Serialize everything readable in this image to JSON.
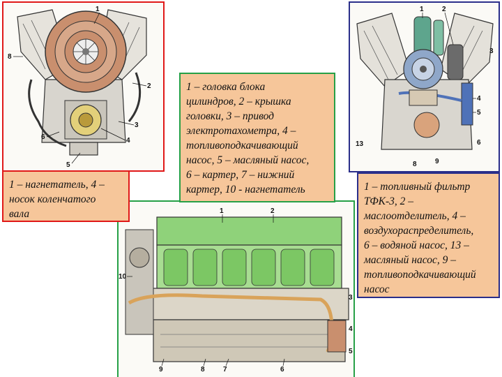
{
  "front_view": {
    "caption_lines": [
      "1 – нагнетатель, 4 –",
      "носок коленчатого",
      "вала"
    ],
    "callouts": [
      "1",
      "8",
      "2",
      "3",
      "4",
      "6",
      "5"
    ]
  },
  "middle": {
    "caption_lines": [
      "1 – головка блока",
      "цилиндров, 2 – крышка",
      "головки, 3 – привод",
      "электротахометра, 4 –",
      "топливоподкачивающий",
      "насос, 5 – масляный насос,",
      "6 – картер, 7 – нижний",
      "картер, 10 - нагнетатель"
    ]
  },
  "rear_view": {
    "caption_lines": [
      "1 – топливный фильтр",
      "ТФК-3, 2 –",
      "маслоотделитель, 4 –",
      "воздухораспределитель,",
      "6 – водяной насос, 13 –",
      "масляный насос, 9 –",
      "топливоподкачивающий",
      "насос"
    ],
    "callouts": [
      "1",
      "2",
      "3",
      "4",
      "5",
      "6",
      "8",
      "9",
      "13"
    ]
  },
  "side_view": {
    "callouts": [
      "1",
      "2",
      "10",
      "3",
      "4",
      "5",
      "9",
      "8",
      "7",
      "6"
    ]
  },
  "colors": {
    "red_frame": "#e01818",
    "green_frame": "#26a047",
    "blue_frame": "#2a2e8a",
    "caption_bg": "#f6c69a",
    "engine_green": "#8fd27a",
    "turbo_brown": "#c98f6e",
    "pipe_orange": "#d9a35a",
    "fuel_filter_teal": "#5ea58d",
    "oil_pump_blue": "#4f72b8"
  }
}
